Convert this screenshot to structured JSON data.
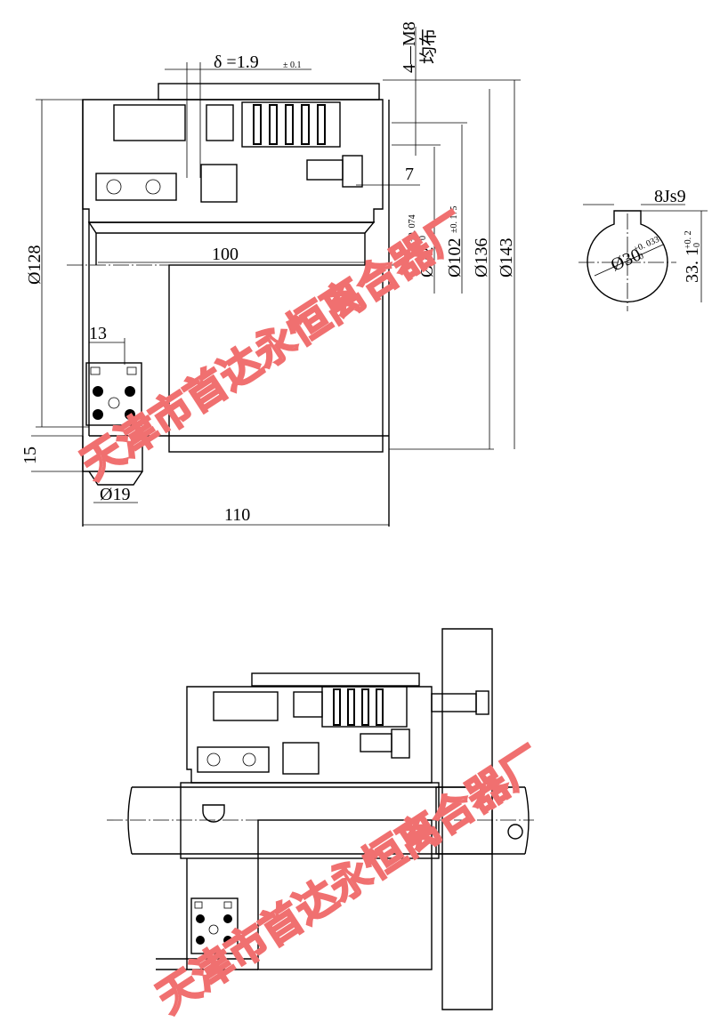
{
  "top_view": {
    "gap": "δ =1.9",
    "gap_tol": "± 0.1",
    "thread": "4—M8",
    "thread_note": "均布",
    "dim_7": "7",
    "dia_72": "Ø72",
    "dia_72_tol_upper": "+0. 074",
    "dia_72_tol_lower": "0",
    "dia_102": "Ø102",
    "dia_102_tol": "±0. 175",
    "dia_136": "Ø136",
    "dia_143": "Ø143",
    "dia_128": "Ø128",
    "len_100": "100",
    "len_13": "13",
    "len_15": "15",
    "dia_19": "Ø19",
    "len_110": "110"
  },
  "keyway_view": {
    "key_width": "8Js9",
    "bore_dia": "Ø30",
    "bore_tol_upper": "+0. 033",
    "bore_tol_lower": "0",
    "key_depth": "33. 1",
    "key_depth_tol_upper": "+0. 2",
    "key_depth_tol_lower": "0"
  },
  "watermark": {
    "text": "天津市首达永恒离合器厂",
    "color": "#f07070"
  }
}
